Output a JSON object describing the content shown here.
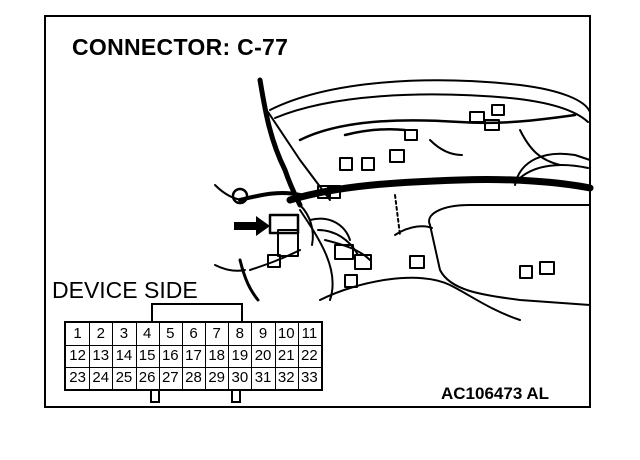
{
  "title": "CONNECTOR: C-77",
  "device_side_label": "DEVICE SIDE",
  "reference": "AC106473 AL",
  "pin_rows": [
    [
      "1",
      "2",
      "3",
      "4",
      "5",
      "6",
      "7",
      "8",
      "9",
      "10",
      "11"
    ],
    [
      "12",
      "13",
      "14",
      "15",
      "16",
      "17",
      "18",
      "19",
      "20",
      "21",
      "22"
    ],
    [
      "23",
      "24",
      "25",
      "26",
      "27",
      "28",
      "29",
      "30",
      "31",
      "32",
      "33"
    ]
  ]
}
